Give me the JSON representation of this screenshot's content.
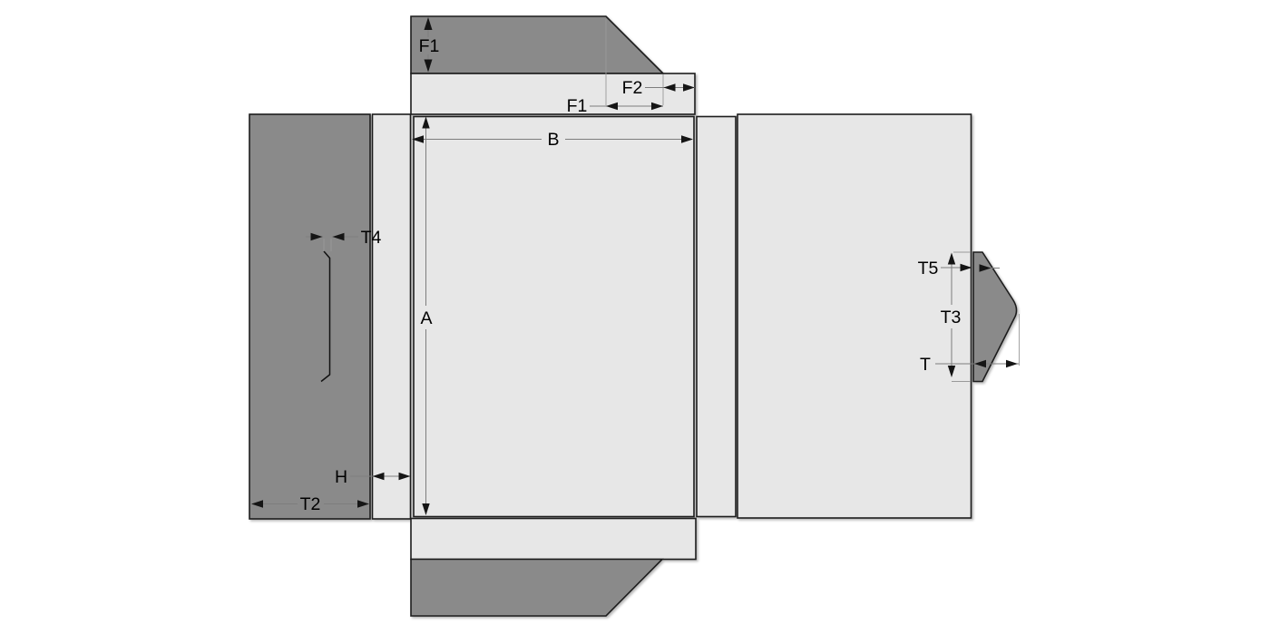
{
  "diagram": {
    "name": "carton-dieline-diagram",
    "labels": {
      "f1_vertical": "F1",
      "f1_horizontal": "F1",
      "f2": "F2",
      "b": "B",
      "a": "A",
      "t4": "T4",
      "h": "H",
      "t2": "T2",
      "t5": "T5",
      "t3": "T3",
      "t": "T"
    },
    "colors": {
      "background": "#ffffff",
      "panel_light": "#e7e7e7",
      "panel_dark": "#8a8a8a",
      "outline": "#1f1f1f",
      "dimension_line": "#7d7d7d",
      "label_text": "#000000"
    }
  }
}
